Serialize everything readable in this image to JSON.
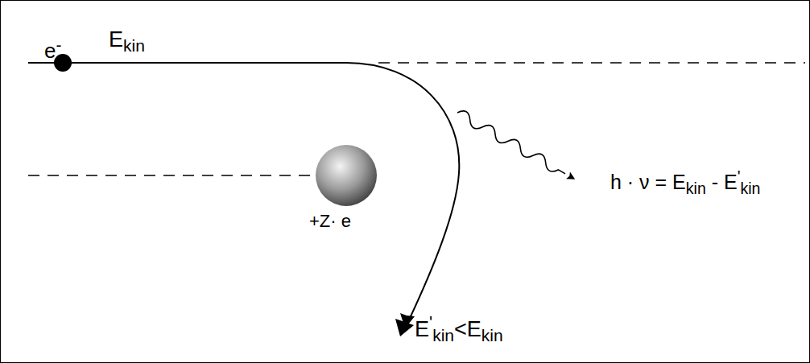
{
  "diagram": {
    "labels": [
      "e-",
      "Ekin",
      "+Z· e",
      "h · ν = Ekin - E'kin",
      "E'kin<Ekin"
    ]
  }
}
